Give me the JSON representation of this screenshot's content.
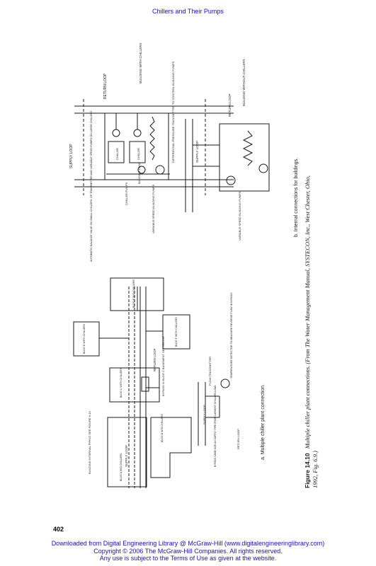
{
  "header": {
    "title": "Chillers and Their Pumps"
  },
  "page_number": "402",
  "footer": {
    "line1": "Downloaded from Digital Engineering Library @ McGraw-Hill (www.digitalengineeringlibrary.com)",
    "line2": "Copyright © 2006 The McGraw-Hill Companies. All rights reserved.",
    "line3": "Any use is subject to the Terms of Use as given at the website."
  },
  "caption": {
    "label": "Figure 14.10",
    "line1": "Multiple chiller plant connections. (From The Water Management Manual, SYSTECON, Inc., West Chester, Ohio,",
    "line2": "1992, Fig. 6.9.)"
  },
  "panel_a": {
    "subtitle": "a.  Multiple chiller plant connection.",
    "labels": {
      "building_internal": "BUILDING INTERNAL PIPING SEE FIGURE 6-10",
      "supply_loop": "SUPPLY LOOP",
      "return_loop": "RETURN LOOP",
      "bypass": "BYPASS IN BLDG C BASEMENT SEE BELOW",
      "flow_transmitter": "FLOW TRANSMITTER",
      "temperature_detector": "TEMPERATURE DETECTOR TO MEASURE REVERSE FLOW IN BYPASS",
      "supply_loop_inset": "SUPPLY LOOP",
      "bypass_note": "BYPASS SAME SIZE AS SUPPLY PIPE FROM LARGEST CHILLERS LOAD",
      "return_loop_inset": "RETURN LOOP"
    },
    "buildings": {
      "a": "BLDG A W/O CHILLERS",
      "b": "BLDG B W/O CHILLERS",
      "c": "BLDG C WITH CHILLERS",
      "d": "BLDG D WITH CHILLERS",
      "e": "BLDG E W/O CHILLERS",
      "f": "BLDG F WITH CHILLERS"
    }
  },
  "panel_b": {
    "subtitle": "b.  Internal connections for buildings.",
    "labels": {
      "supply_loop": "SUPPLY LOOP",
      "return_loop": "RETURN LOOP",
      "building_with": "BUILDING WITH CHILLERS",
      "differential": "DIFFERENTIAL PRESSURE TRANSMITTER TO CONTROL BUILDING PUMPS",
      "building_load": "BUILDING LOAD",
      "chiller": "CHILLER",
      "chiller_pumps": "CHILLER PUMPS",
      "automatic_valve": "AUTOMATIC BALANCE VALVE ON SMALL CHILLERS, DP TRANSMITTER AND VARIABLE SPEED PUMPS ON LARGE CHILLERS",
      "variable_speed": "VARIABLE SPEED BUILDING PUMPS",
      "supply_loop_2": "SUPPLY LOOP",
      "return_loop_2": "RETURN LOOP",
      "building_without": "BUILDING WITHOUT CHILLERS",
      "variable_speed_2": "VARIABLE SPEED BUILDING PUMPS"
    }
  },
  "colors": {
    "link": "#1a0dcc",
    "ink": "#1a1a1a"
  }
}
